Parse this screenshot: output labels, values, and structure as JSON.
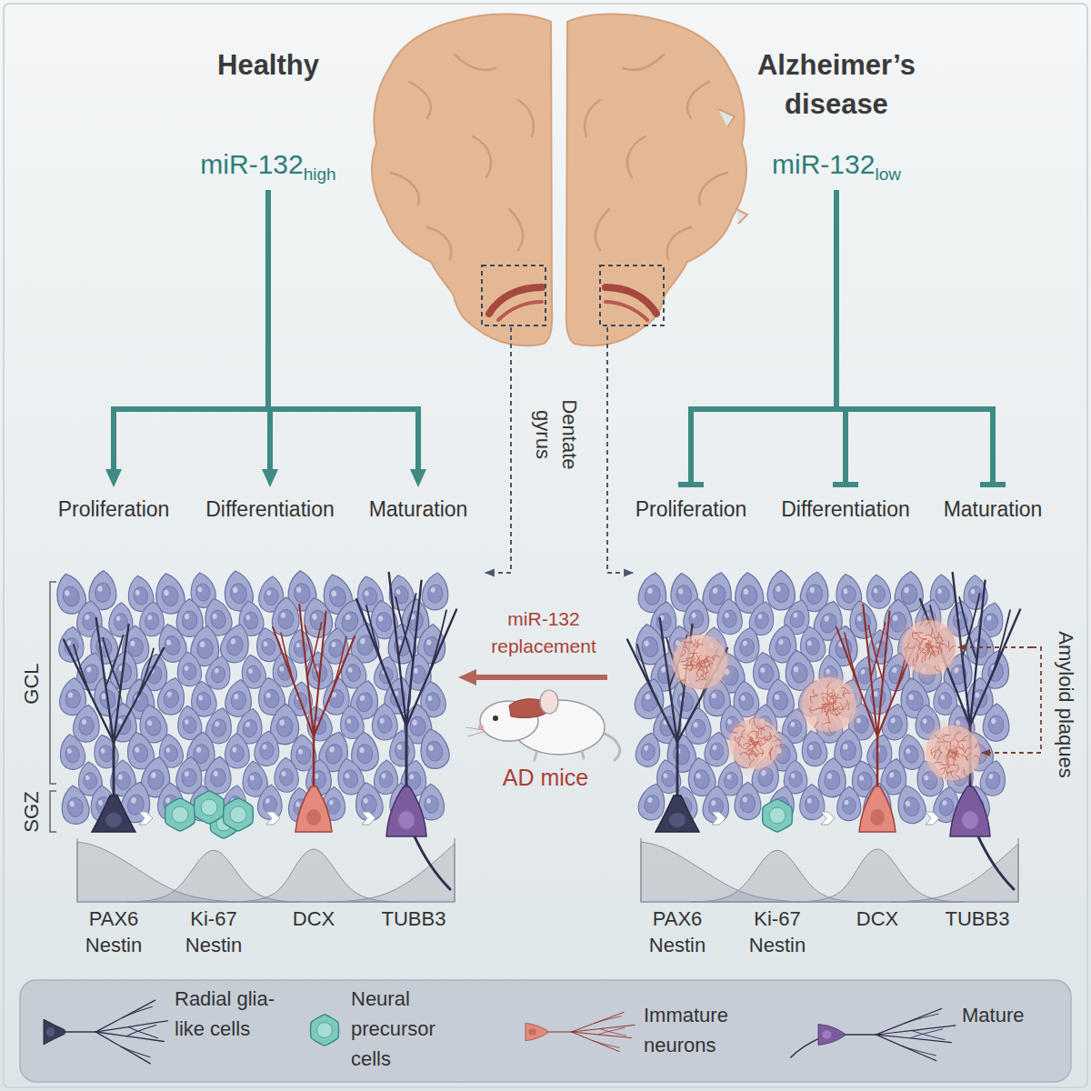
{
  "diagram": {
    "nodes": [
      {
        "text": [
          "miR-132",
          "high"
        ]
      },
      {
        "text": [
          "Proliferation"
        ]
      },
      {
        "text": [
          "Differentiation"
        ]
      },
      {
        "text": [
          "Maturation"
        ]
      },
      {
        "text": [
          "miR-132",
          "low"
        ]
      },
      {
        "text": [
          "Proliferation"
        ]
      },
      {
        "text": [
          "Differentiation"
        ]
      },
      {
        "text": [
          "Maturation"
        ]
      }
    ],
    "edges": [
      {
        "from": 0,
        "to": 1,
        "arrow": "to"
      },
      {
        "from": 0,
        "to": 2,
        "arrow": "to"
      },
      {
        "from": 0,
        "to": 3,
        "arrow": "to"
      },
      {
        "from": 4,
        "to": 5,
        "arrow": "to"
      },
      {
        "from": 4,
        "to": 6,
        "arrow": "to"
      },
      {
        "from": 4,
        "to": 7,
        "arrow": "to"
      }
    ],
    "labels": [
      "Healthy",
      "Alzheimer’s disease",
      "Dentate gyrus",
      "GCL",
      "SGZ",
      "miR-132 replacement",
      "AD mice",
      "Amyloid plaques",
      "PAX6 Nestin",
      "Ki-67 Nestin",
      "DCX",
      "TUBB3",
      "PAX6 Nestin",
      "Ki-67 Nestin",
      "DCX",
      "TUBB3"
    ],
    "legend": [
      {
        "text": "Radial glia-like cells"
      },
      {
        "text": "Neural precursor cells"
      },
      {
        "text": "Immature neurons"
      },
      {
        "text": "Mature"
      }
    ]
  }
}
